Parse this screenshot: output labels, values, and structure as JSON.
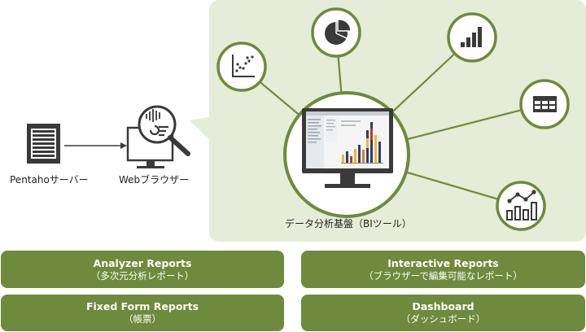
{
  "nodes": {
    "server_label": "Pentahoサーバー",
    "browser_label": "Webブラウザー",
    "platform_label": "データ分析基盤（BIツール）"
  },
  "cards": [
    {
      "title": "Analyzer Reports",
      "subtitle": "（多次元分析レポート）"
    },
    {
      "title": "Interactive Reports",
      "subtitle": "（ブラウザーで編集可能なレポート）"
    },
    {
      "title": "Fixed Form Reports",
      "subtitle": "（帳票）"
    },
    {
      "title": "Dashboard",
      "subtitle": "（ダッシュボード）"
    }
  ],
  "colors": {
    "accent": "#6e8a3c",
    "panel": "#e4edd7",
    "icon_dark": "#3a3a3a"
  },
  "icons": [
    "server-icon",
    "browser-analytics-icon",
    "scatter-chart-icon",
    "pie-chart-icon",
    "bar-chart-icon",
    "table-icon",
    "bar-line-chart-icon",
    "monitor-icon"
  ]
}
